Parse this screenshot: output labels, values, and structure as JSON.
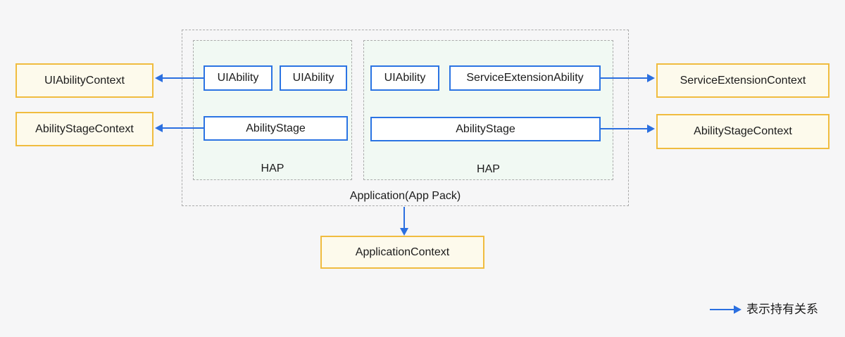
{
  "diagram": {
    "type": "architecture-diagram",
    "left_contexts": [
      {
        "label": "UIAbilityContext"
      },
      {
        "label": "AbilityStageContext"
      }
    ],
    "right_contexts": [
      {
        "label": "ServiceExtensionContext"
      },
      {
        "label": "AbilityStageContext"
      }
    ],
    "application": {
      "label": "Application(App Pack)",
      "haps": [
        {
          "label": "HAP",
          "abilities": [
            "UIAbility",
            "UIAbility"
          ],
          "stage": "AbilityStage"
        },
        {
          "label": "HAP",
          "abilities": [
            "UIAbility",
            "ServiceExtensionAbility"
          ],
          "stage": "AbilityStage"
        }
      ]
    },
    "application_context": {
      "label": "ApplicationContext"
    },
    "legend": {
      "arrow_meaning": "表示持有关系"
    },
    "colors": {
      "context_box_border": "#F0BC3F",
      "context_box_background": "#FDFAEC",
      "ability_box_border": "#2B74E3",
      "ability_box_background": "#FFFFFF",
      "hap_background": "#F1F9F3",
      "dashed_border": "#ABABAB",
      "arrow": "#2B6FE0",
      "text": "#1B1B1B",
      "page_background": "#F6F6F7"
    }
  }
}
